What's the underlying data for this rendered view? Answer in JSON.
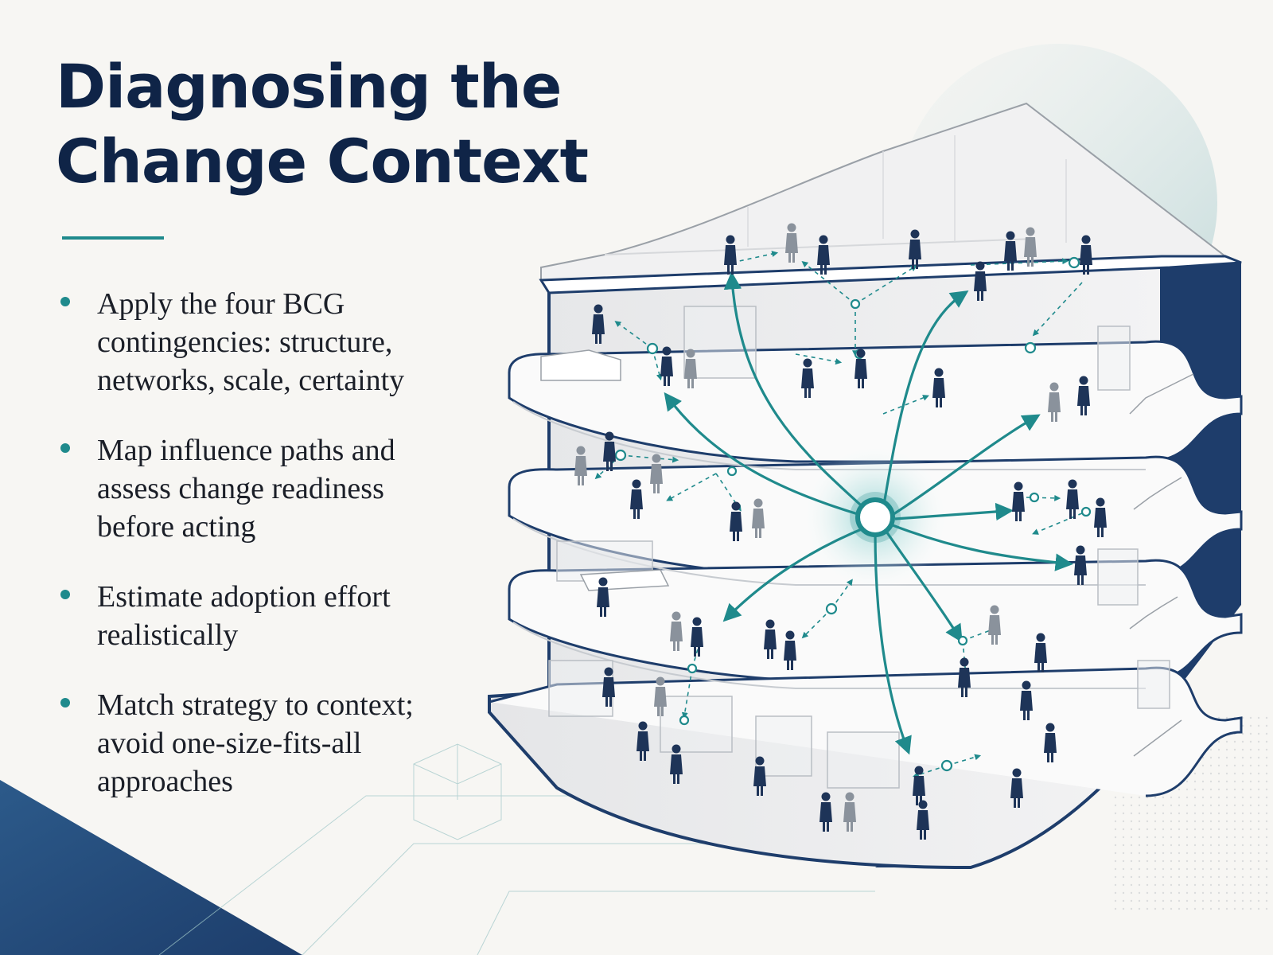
{
  "slide": {
    "title_line1": "Diagnosing the",
    "title_line2": "Change Context",
    "bullets": [
      {
        "text": "Apply the four BCG contingencies: structure, networks, scale, certainty"
      },
      {
        "text": "Map influence paths and assess change readiness before acting"
      },
      {
        "text": "Estimate adoption effort realistically"
      },
      {
        "text": "Match strategy to context; avoid one-size-fits-all approaches"
      }
    ]
  },
  "colors": {
    "background": "#f7f6f3",
    "title": "#0f2447",
    "accent_teal": "#1f8a8c",
    "navy": "#1f3a6b",
    "body_text": "#1b1f28"
  },
  "icons": {
    "illustration": "building-cutaway-network-illustration",
    "hub": "central-hub-icon",
    "person": "person-figure-icon"
  }
}
